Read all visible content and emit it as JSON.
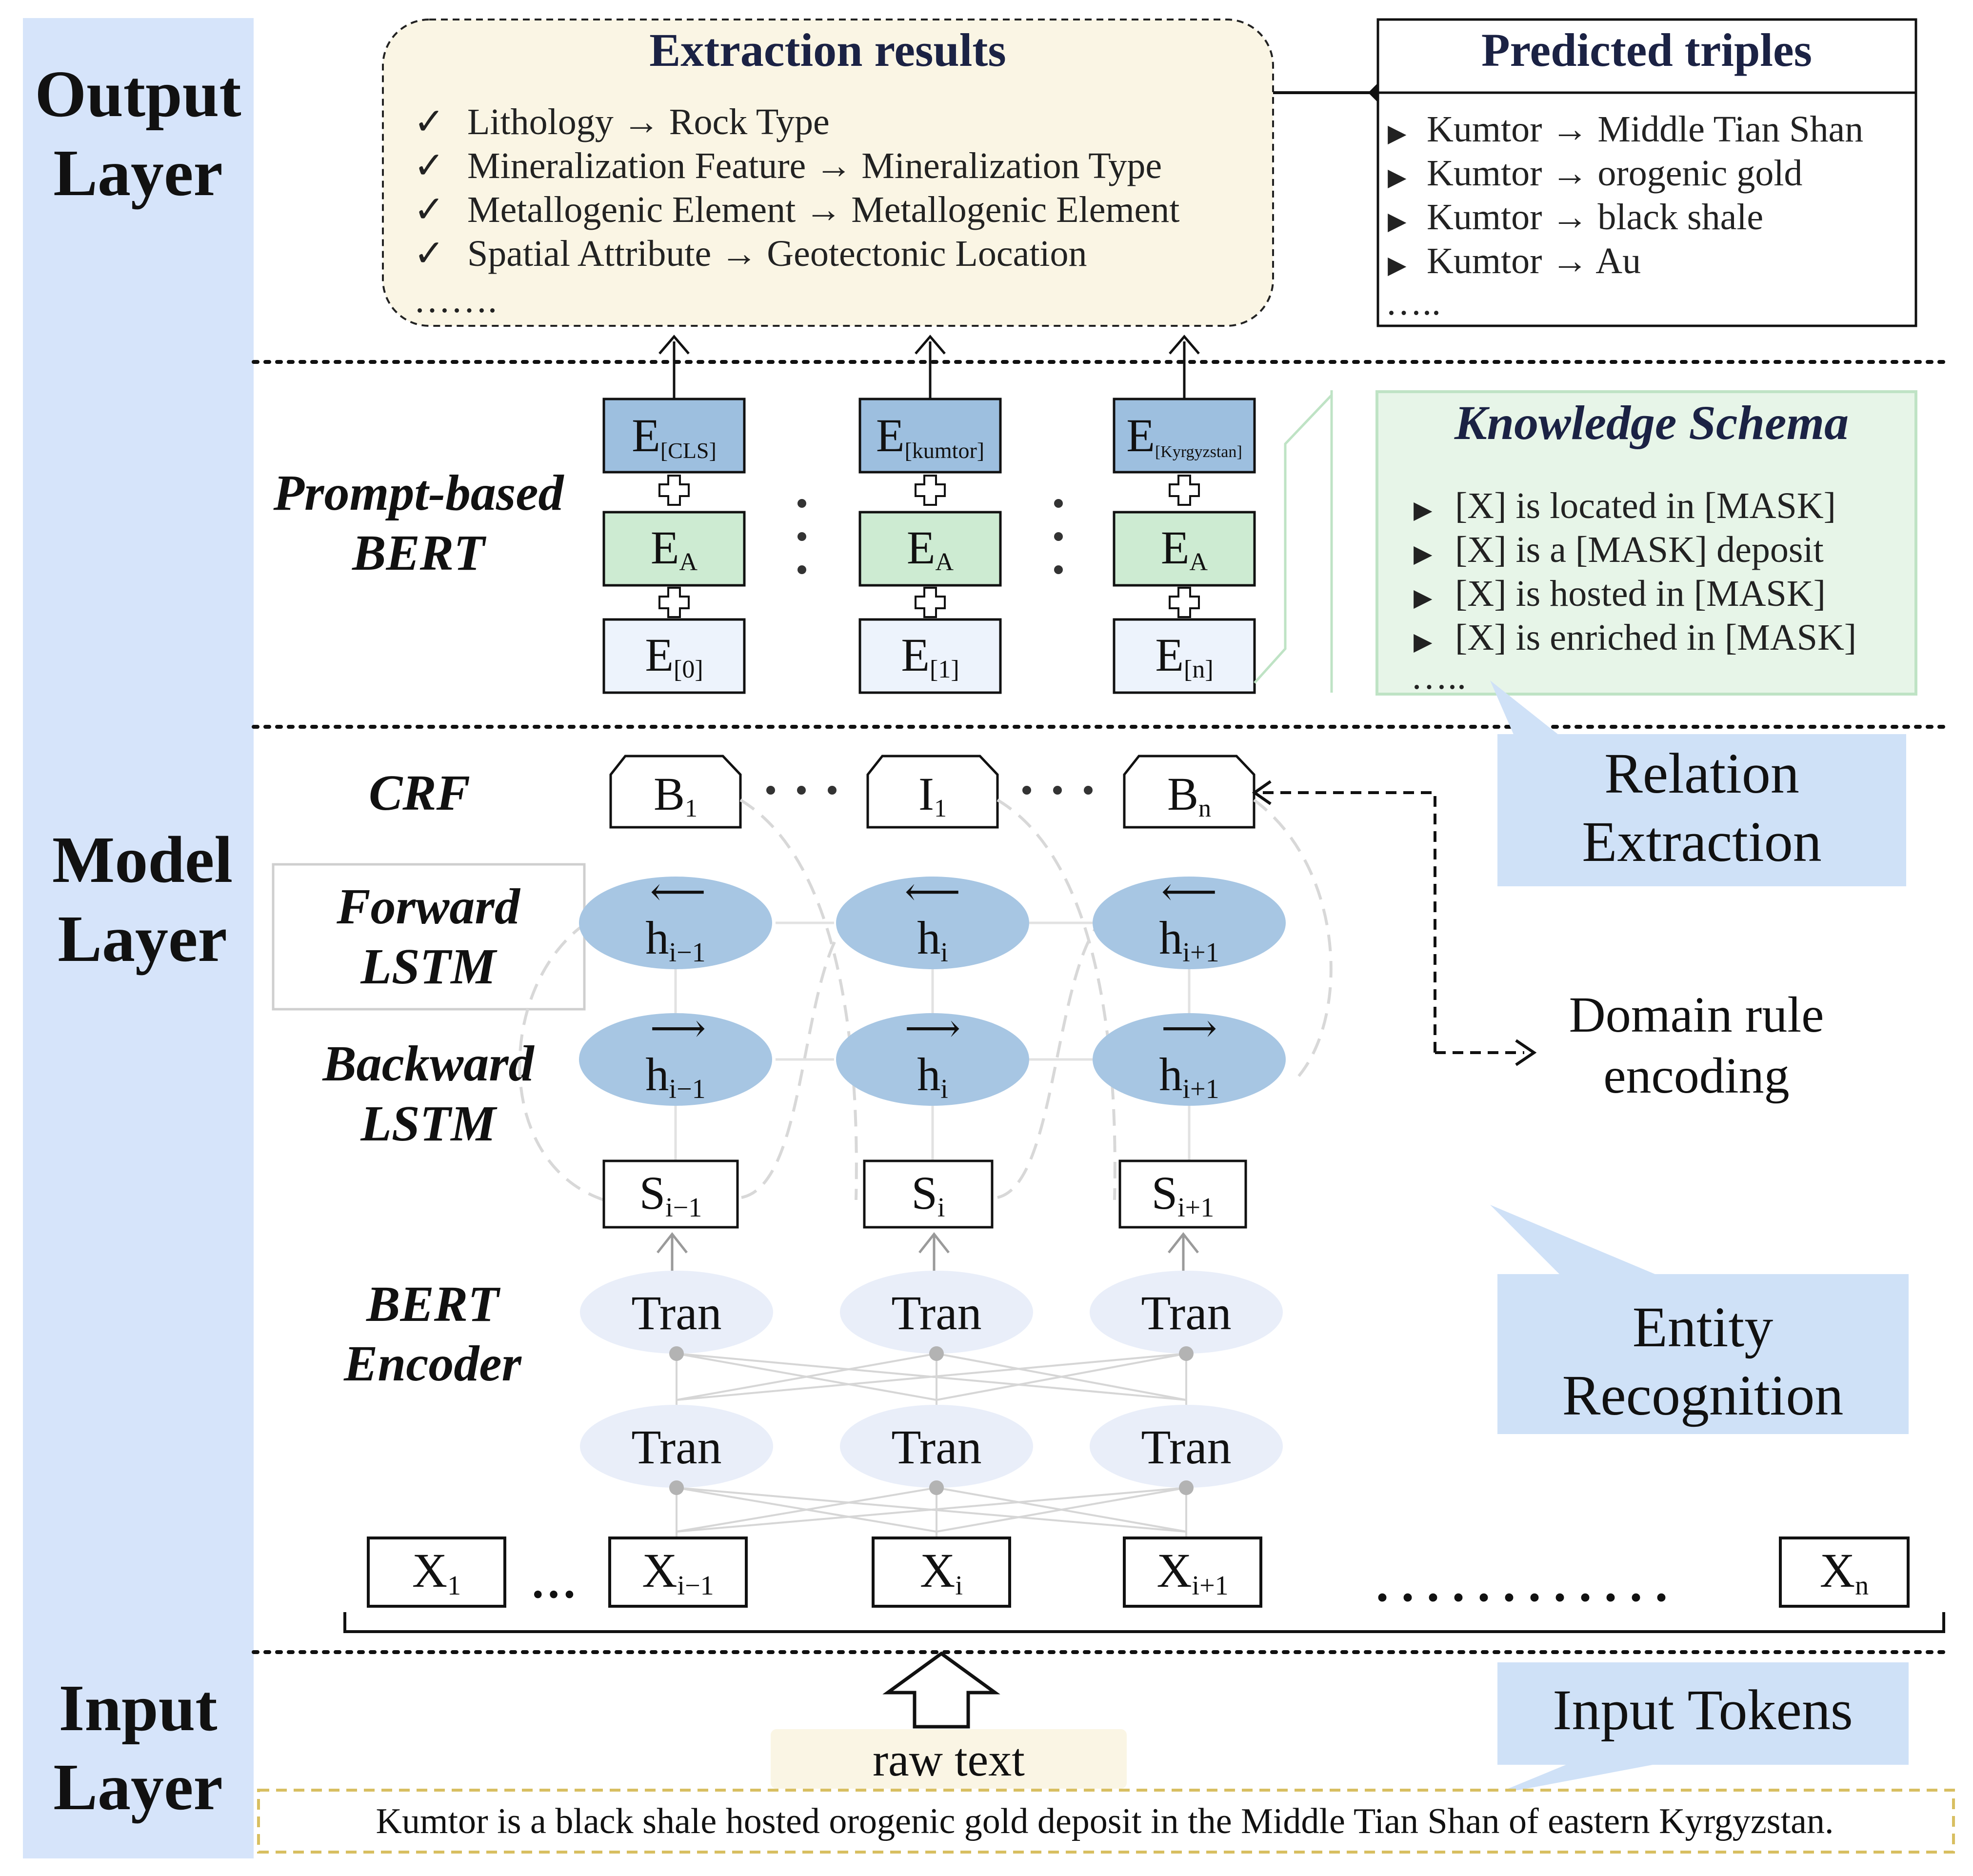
{
  "layers": {
    "output": [
      "Output",
      "Layer"
    ],
    "model": [
      "Model",
      "Layer"
    ],
    "input": [
      "Input",
      "Layer"
    ]
  },
  "extraction": {
    "title": "Extraction results",
    "items": [
      "Lithology → Rock Type",
      "Mineralization Feature → Mineralization Type",
      "Metallogenic Element → Metallogenic Element",
      "Spatial Attribute → Geotectonic Location"
    ],
    "ellipsis": "…….",
    "check_symbol": "✓"
  },
  "triples": {
    "title": "Predicted triples",
    "items": [
      "Kumtor → Middle Tian Shan",
      "Kumtor → orogenic gold",
      "Kumtor → black shale",
      "Kumtor → Au"
    ],
    "ellipsis": "…..",
    "bullet_symbol": "▶"
  },
  "prompt_bert": {
    "label": [
      "Prompt-based",
      "BERT"
    ],
    "columns": [
      {
        "top": {
          "base": "E",
          "sub": "[CLS]"
        },
        "mid": {
          "base": "E",
          "sub": "A"
        },
        "bottom": {
          "base": "E",
          "sub": "[0]"
        }
      },
      {
        "top": {
          "base": "E",
          "sub": "[kumtor]"
        },
        "mid": {
          "base": "E",
          "sub": "A"
        },
        "bottom": {
          "base": "E",
          "sub": "[1]"
        }
      },
      {
        "top": {
          "base": "E",
          "sub": "[Kyrgyzstan]"
        },
        "mid": {
          "base": "E",
          "sub": "A"
        },
        "bottom": {
          "base": "E",
          "sub": "[n]"
        }
      }
    ]
  },
  "knowledge_schema": {
    "title": "Knowledge Schema",
    "items": [
      "[X] is located in [MASK]",
      "[X] is a [MASK] deposit",
      "[X] is hosted in [MASK]",
      "[X] is enriched in [MASK]"
    ],
    "ellipsis": "…..",
    "bullet_symbol": "▶"
  },
  "callouts": {
    "relation": [
      "Relation",
      "Extraction"
    ],
    "entity": [
      "Entity",
      "Recognition"
    ],
    "input_tokens": "Input Tokens"
  },
  "crf": {
    "label": "CRF",
    "nodes": [
      {
        "base": "B",
        "sub": "1"
      },
      {
        "base": "I",
        "sub": "1"
      },
      {
        "base": "B",
        "sub": "n"
      }
    ]
  },
  "lstm": {
    "forward_label": [
      "Forward",
      "LSTM"
    ],
    "backward_label": [
      "Backward",
      "LSTM"
    ],
    "left_arrow": "⟵",
    "right_arrow": "⟶",
    "nodes": [
      {
        "base": "h",
        "sub": "i−1"
      },
      {
        "base": "h",
        "sub": "i"
      },
      {
        "base": "h",
        "sub": "i+1"
      }
    ]
  },
  "domain_rule": [
    "Domain rule",
    "encoding"
  ],
  "s_nodes": [
    {
      "base": "S",
      "sub": "i−1"
    },
    {
      "base": "S",
      "sub": "i"
    },
    {
      "base": "S",
      "sub": "i+1"
    }
  ],
  "bert_encoder": {
    "label": [
      "BERT",
      "Encoder"
    ],
    "node_label": "Tran"
  },
  "tokens": {
    "items": [
      {
        "base": "X",
        "sub": "1"
      },
      {
        "base": "X",
        "sub": "i−1"
      },
      {
        "base": "X",
        "sub": "i"
      },
      {
        "base": "X",
        "sub": "i+1"
      },
      {
        "base": "X",
        "sub": "n"
      }
    ],
    "short_ellipsis": "…",
    "long_ellipsis": ". . . . . . . . . . . ."
  },
  "input": {
    "raw_text_label": "raw text",
    "sentence": "Kumtor is a black shale hosted orogenic gold deposit in the Middle Tian Shan of eastern Kyrgyzstan."
  },
  "colors": {
    "sidebar": "#d6e4fa",
    "callout": "#cfe1f7",
    "cream": "#faf5e4",
    "schema_bg": "#e7f5e8",
    "schema_border": "#bfe3c5",
    "token_blue": "#9dbfdf",
    "ea_green": "#cdebd2",
    "e_light": "#edf3fc",
    "lstm_blue": "#a7c6e3",
    "tran_bg": "#e9eef9",
    "title_navy": "#1b2244",
    "dashed_gold": "#d8bf61"
  }
}
